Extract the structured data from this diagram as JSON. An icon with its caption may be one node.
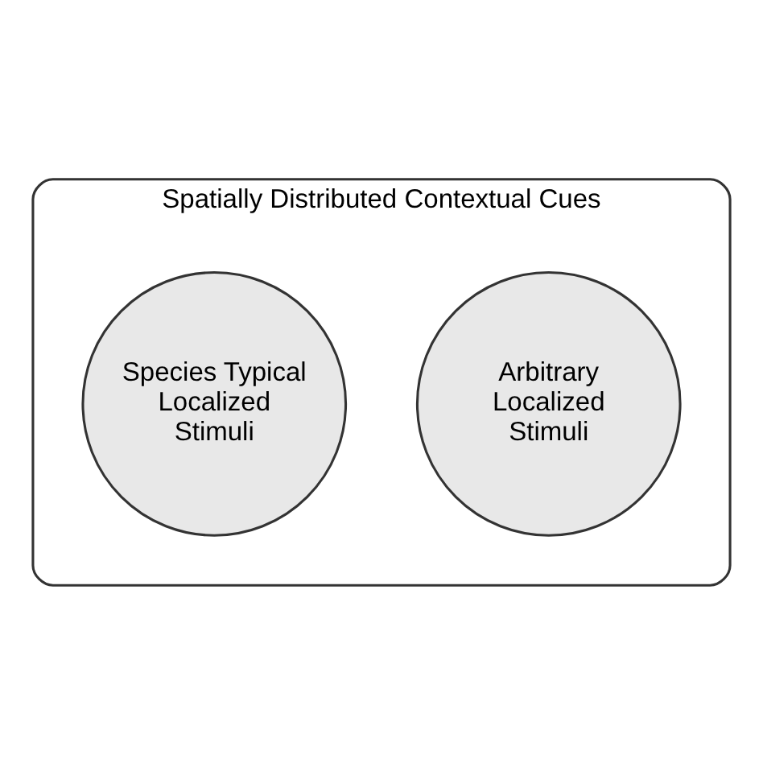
{
  "diagram": {
    "nodes": [
      {
        "text": [
          "Spatially Distributed Contextual Cues"
        ]
      },
      {
        "text": [
          "Arbitrary Localized Stimuli"
        ],
        "in": 0
      },
      {
        "text": [
          "Species Typical Localized Stimuli"
        ],
        "in": 0
      }
    ],
    "edges": []
  }
}
